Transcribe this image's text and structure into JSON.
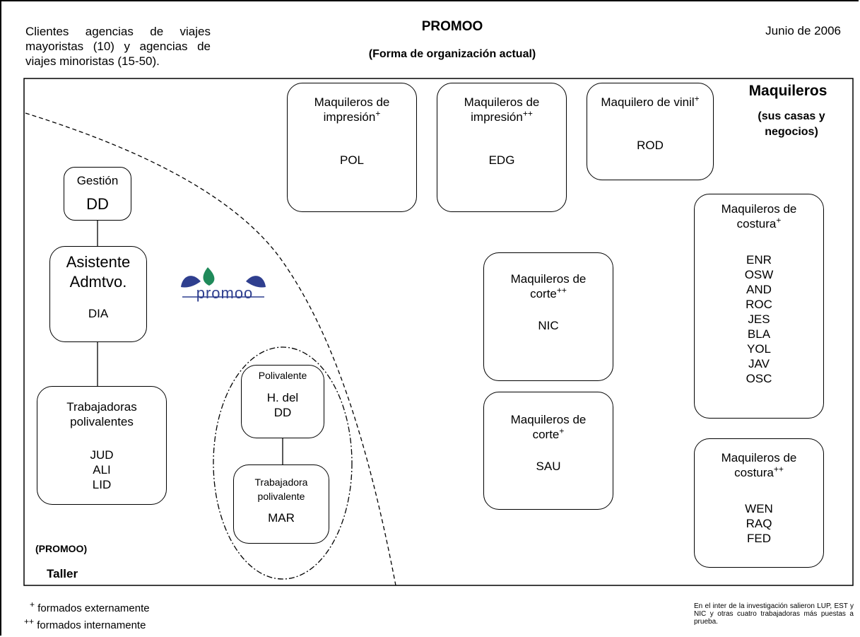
{
  "header": {
    "clients": "Clientes agencias de viajes mayoristas (10) y agencias de viajes minoristas (15-50).",
    "title": "PROMOO",
    "subtitle": "(Forma de organización actual)",
    "date": "Junio de 2006"
  },
  "maquileros_label": {
    "title": "Maquileros",
    "sub": "(sus casas y negocios)"
  },
  "taller_label": {
    "promoo": "(PROMOO)",
    "taller": "Taller"
  },
  "logo": {
    "text": "promoo",
    "drop_color": "#1f8a5a",
    "petal_color": "#2f3f8f"
  },
  "workshop": {
    "gestion": {
      "title": "Gestión",
      "code": "DD"
    },
    "asistente": {
      "title": "Asistente Admtvo.",
      "code": "DIA"
    },
    "trabajadoras": {
      "title": "Trabajadoras polivalentes",
      "codes": [
        "JUD",
        "ALI",
        "LID"
      ]
    },
    "polivalente": {
      "title": "Polivalente",
      "code": "H. del DD"
    },
    "trabajadora": {
      "title": "Trabajadora polivalente",
      "code": "MAR"
    }
  },
  "maquileros": {
    "impresion1": {
      "title": "Maquileros de impresión",
      "mark": "+",
      "codes": [
        "POL"
      ]
    },
    "impresion2": {
      "title": "Maquileros de impresión",
      "mark": "++",
      "codes": [
        "EDG"
      ]
    },
    "vinil": {
      "title": "Maquilero de vinil",
      "mark": "+",
      "codes": [
        "ROD"
      ]
    },
    "costura1": {
      "title": "Maquileros de costura",
      "mark": "+",
      "codes": [
        "ENR",
        "OSW",
        "AND",
        "ROC",
        "JES",
        "BLA",
        "YOL",
        "JAV",
        "OSC"
      ]
    },
    "corte1": {
      "title": "Maquileros de corte",
      "mark": "++",
      "codes": [
        "NIC"
      ]
    },
    "corte2": {
      "title": "Maquileros de corte",
      "mark": "+",
      "codes": [
        "SAU"
      ]
    },
    "costura2": {
      "title": "Maquileros de costura",
      "mark": "++",
      "codes": [
        "WEN",
        "RAQ",
        "FED"
      ]
    }
  },
  "legend": {
    "ext_mark": "+",
    "ext": "formados externamente",
    "int_mark": "++",
    "int": "formados internamente"
  },
  "note": "En el inter de la investigación salieron LUP, EST y NIC y otras cuatro trabajadoras más puestas a prueba."
}
